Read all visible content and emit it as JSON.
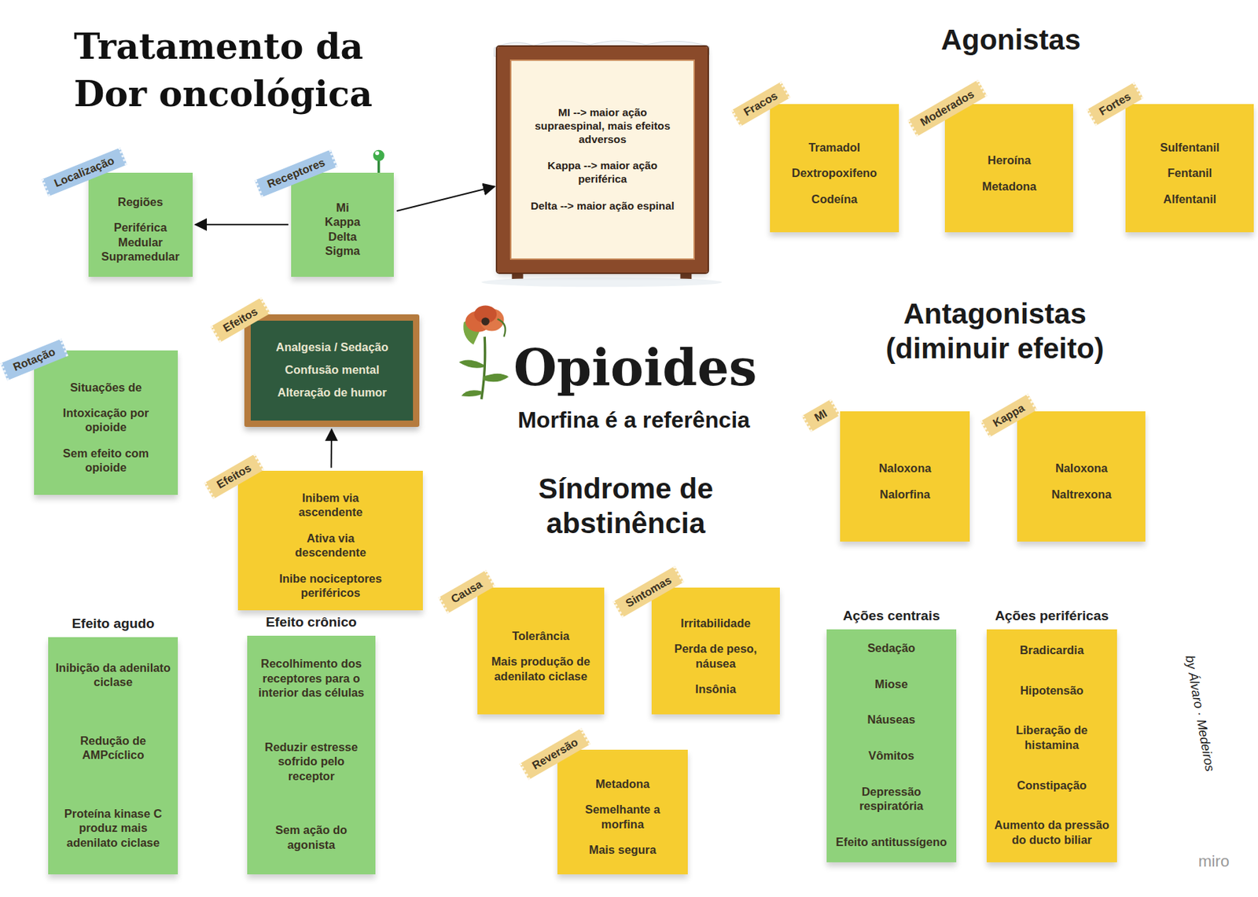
{
  "diagram": {
    "title": "Tratamento da Dor oncológica",
    "nodes": [
      {
        "text": [
          "Localização",
          "Regiões",
          "Periférica Medular Supramedular"
        ]
      },
      {
        "text": [
          "Receptores",
          "Mi Kappa Delta Sigma"
        ]
      },
      {
        "text": [
          "MI --> maior ação supraespinal, mais efeitos adversos",
          "Kappa --> maior ação periférica",
          "Delta --> maior ação espinal"
        ]
      },
      {
        "text": [
          "Fracos",
          "Tramadol",
          "Dextropoxifeno",
          "Codeína"
        ]
      },
      {
        "text": [
          "Moderados",
          "Heroína",
          "Metadona"
        ]
      },
      {
        "text": [
          "Fortes",
          "Sulfentanil",
          "Fentanil",
          "Alfentanil"
        ]
      },
      {
        "text": [
          "Rotação",
          "Situações de",
          "Intoxicação por opioide",
          "Sem efeito com opioide"
        ]
      },
      {
        "text": [
          "Efeitos",
          "Analgesia / Sedação",
          "Confusão mental",
          "Alteração de humor"
        ]
      },
      {
        "text": [
          "Efeitos",
          "Inibem via ascendente",
          "Ativa via descendente",
          "Inibe nociceptores periféricos"
        ]
      },
      {
        "text": [
          "MI",
          "Naloxona",
          "Nalorfina"
        ]
      },
      {
        "text": [
          "Kappa",
          "Naloxona",
          "Naltrexona"
        ]
      },
      {
        "text": [
          "Efeito agudo",
          "Inibição da adenilato ciclase",
          "Redução de AMPcíclico",
          "Proteína kinase C produz mais adenilato ciclase"
        ]
      },
      {
        "text": [
          "Efeito crônico",
          "Recolhimento dos receptores para o interior das células",
          "Reduzir estresse sofrido pelo receptor",
          "Sem ação do agonista"
        ]
      },
      {
        "text": [
          "Causa",
          "Tolerância",
          "Mais produção de adenilato ciclase"
        ]
      },
      {
        "text": [
          "Sintomas",
          "Irritabilidade",
          "Perda de peso, náusea",
          "Insônia"
        ]
      },
      {
        "text": [
          "Reversão",
          "Metadona",
          "Semelhante a morfina",
          "Mais segura"
        ]
      },
      {
        "text": [
          "Ações centrais",
          "Sedação",
          "Miose",
          "Náuseas",
          "Vômitos",
          "Depressão respiratória",
          "Efeito antitussígeno"
        ]
      },
      {
        "text": [
          "Ações periféricas",
          "Bradicardia",
          "Hipotensão",
          "Liberação de histamina",
          "Constipação",
          "Aumento da pressão do ducto biliar"
        ]
      }
    ],
    "edges": [
      {
        "from": 1,
        "to": 0,
        "arrow": "to"
      },
      {
        "from": 1,
        "to": 2,
        "arrow": "to"
      },
      {
        "from": 8,
        "to": 7,
        "arrow": "to"
      }
    ],
    "labels": [
      "Agonistas",
      "Antagonistas (diminuir efeito)",
      "Opioides",
      "Morfina é a referência",
      "Síndrome de abstinência",
      "by Álvaro · Medeiros",
      "miro"
    ]
  }
}
